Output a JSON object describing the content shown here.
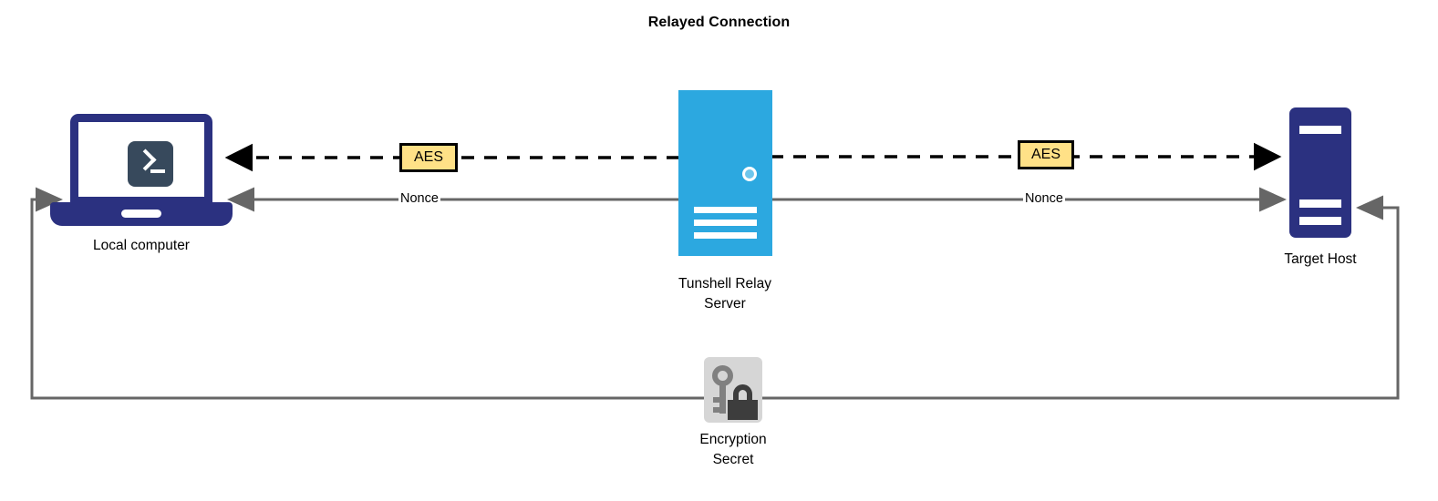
{
  "diagram": {
    "title": "Relayed Connection",
    "nodes": [
      {
        "id": "local-computer",
        "label": "Local computer",
        "icon": "laptop-terminal-icon"
      },
      {
        "id": "tunshell-relay-server",
        "label": "Tunshell Relay\nServer",
        "icon": "server-relay-icon"
      },
      {
        "id": "target-host",
        "label": "Target Host",
        "icon": "server-rack-icon"
      },
      {
        "id": "encryption-secret",
        "label": "Encryption\nSecret",
        "icon": "key-lock-icon"
      }
    ],
    "badges": [
      {
        "id": "aes-left",
        "label": "AES"
      },
      {
        "id": "aes-right",
        "label": "AES"
      }
    ],
    "edge_labels": [
      {
        "id": "nonce-left",
        "label": "Nonce"
      },
      {
        "id": "nonce-right",
        "label": "Nonce"
      }
    ],
    "colors": {
      "laptop_frame": "#2b3180",
      "terminal_screen": "#37495c",
      "relay_server": "#2ca8e0",
      "target_host": "#2b3180",
      "secret_tile": "#d6d6d6",
      "key": "#808080",
      "lock": "#3d3d3d",
      "aes_fill": "#ffe187",
      "aes_border": "#000000",
      "encrypted_edge": "#000000",
      "nonce_edge": "#666666",
      "background": "#ffffff"
    }
  }
}
